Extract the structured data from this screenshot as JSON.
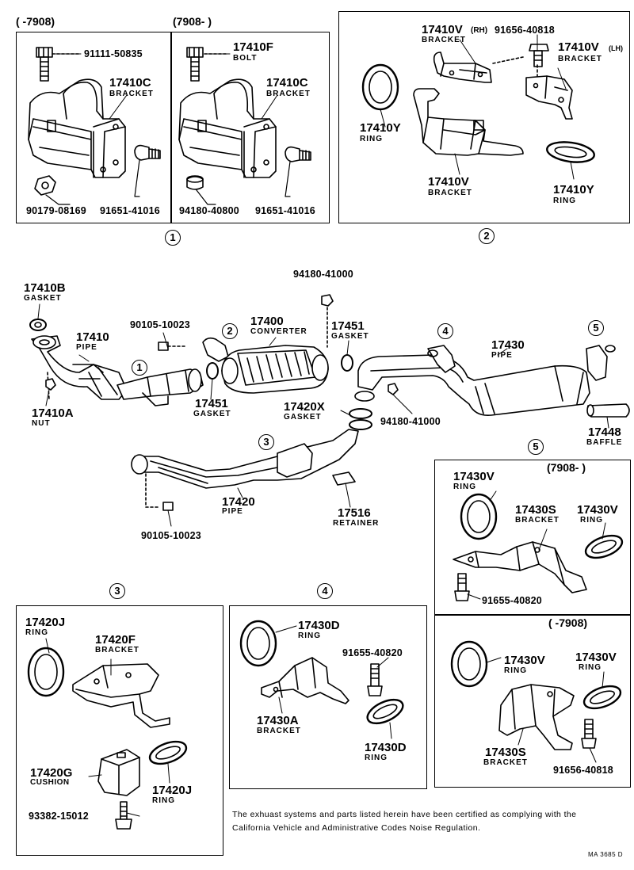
{
  "panels": {
    "p1a": {
      "date": "(      -7908)"
    },
    "p1b": {
      "date": "(7908-        )"
    },
    "p5": {
      "date": "(7908-        )"
    },
    "p5b": {
      "date": "(      -7908)"
    }
  },
  "circles": {
    "c1": "1",
    "c2": "2",
    "c3": "3",
    "c4": "4",
    "c5": "5"
  },
  "labels": {
    "p1a_bolt": "91111-50835",
    "p1a_bracket_num": "17410C",
    "p1a_bracket_name": "BRACKET",
    "p1a_nut": "90179-08169",
    "p1a_stud": "91651-41016",
    "p1b_bolt_num": "17410F",
    "p1b_bolt_name": "BOLT",
    "p1b_bracket_num": "17410C",
    "p1b_bracket_name": "BRACKET",
    "p1b_nut": "94180-40800",
    "p1b_stud": "91651-41016",
    "p2_rh_num": "17410V",
    "p2_rh_tag": "(RH)",
    "p2_rh_bolt": "91656-40818",
    "p2_rh_name": "BRACKET",
    "p2_lh_num": "17410V",
    "p2_lh_tag": "(LH)",
    "p2_lh_name": "BRACKET",
    "p2_ring1_num": "17410Y",
    "p2_ring1_name": "RING",
    "p2_br_num": "17410V",
    "p2_br_name": "BRACKET",
    "p2_ring2_num": "17410Y",
    "p2_ring2_name": "RING",
    "m_gasket_num": "17410B",
    "m_gasket_name": "GASKET",
    "m_pipe_num": "17410",
    "m_pipe_name": "PIPE",
    "m_nut_num": "17410A",
    "m_nut_name": "NUT",
    "m_bolt1": "90105-10023",
    "m_conv_num": "17400",
    "m_conv_name": "CONVERTER",
    "m_nut_top": "94180-41000",
    "m_gasket2_num": "17451",
    "m_gasket2_name": "GASKET",
    "m_gasket3_num": "17451",
    "m_gasket3_name": "GASKET",
    "m_gasket4_num": "17420X",
    "m_gasket4_name": "GASKET",
    "m_nut_mid": "94180-41000",
    "m_muffler_num": "17430",
    "m_muffler_name": "PIPE",
    "m_baffle_num": "17448",
    "m_baffle_name": "BAFFLE",
    "m_pipe2_num": "17420",
    "m_pipe2_name": "PIPE",
    "m_retainer_num": "17516",
    "m_retainer_name": "RETAINER",
    "m_bolt2": "90105-10023",
    "p3_ring_num": "17420J",
    "p3_ring_name": "RING",
    "p3_br_num": "17420F",
    "p3_br_name": "BRACKET",
    "p3_cush_num": "17420G",
    "p3_cush_name": "CUSHION",
    "p3_ring2_num": "17420J",
    "p3_ring2_name": "RING",
    "p3_bolt": "93382-15012",
    "p4_ring_num": "17430D",
    "p4_ring_name": "RING",
    "p4_bolt": "91655-40820",
    "p4_br_num": "17430A",
    "p4_br_name": "BRACKET",
    "p4_ring2_num": "17430D",
    "p4_ring2_name": "RING",
    "p5_ring_num": "17430V",
    "p5_ring_name": "RING",
    "p5_br_num": "17430S",
    "p5_br_name": "BRACKET",
    "p5_ring2_num": "17430V",
    "p5_ring2_name": "RING",
    "p5_bolt": "91655-40820",
    "p5b_ring_num": "17430V",
    "p5b_ring_name": "RING",
    "p5b_ring2_num": "17430V",
    "p5b_ring2_name": "RING",
    "p5b_br_num": "17430S",
    "p5b_br_name": "BRACKET",
    "p5b_bolt": "91656-40818"
  },
  "note": "The exhuast systems and parts listed herein have been certified as complying with the California Vehicle and Administrative Codes Noise Regulation.",
  "code": "MA 3685 D"
}
